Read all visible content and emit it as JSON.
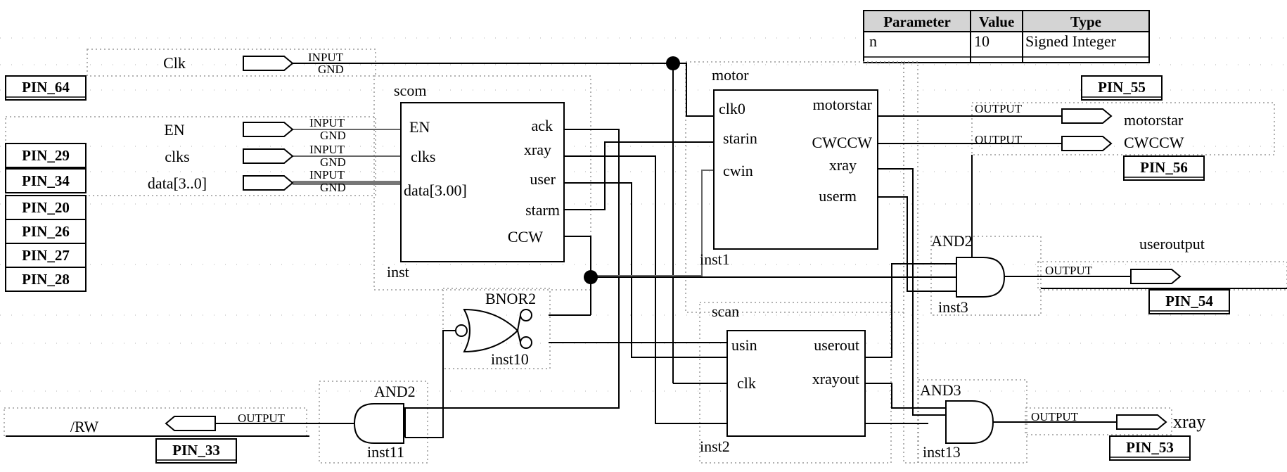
{
  "parameter_table": {
    "headers": [
      "Parameter",
      "Value",
      "Type"
    ],
    "row": [
      "n",
      "10",
      "Signed Integer"
    ]
  },
  "ports": {
    "clk": {
      "name": "Clk",
      "dir": "INPUT",
      "default": "GND"
    },
    "en": {
      "name": "EN",
      "dir": "INPUT",
      "default": "GND"
    },
    "clks": {
      "name": "clks",
      "dir": "INPUT",
      "default": "GND"
    },
    "data": {
      "name": "data[3..0]",
      "dir": "INPUT",
      "default": "GND"
    },
    "rw": {
      "name": "/RW",
      "dir": "OUTPUT"
    },
    "motorstar": {
      "name": "motorstar",
      "dir": "OUTPUT"
    },
    "cwccw": {
      "name": "CWCCW",
      "dir": "OUTPUT"
    },
    "useroutput": {
      "name": "useroutput",
      "dir": "OUTPUT"
    },
    "xray": {
      "name": "xray",
      "dir": "OUTPUT"
    }
  },
  "pins": {
    "p64": "PIN_64",
    "p29": "PIN_29",
    "p34": "PIN_34",
    "p20": "PIN_20",
    "p26": "PIN_26",
    "p27": "PIN_27",
    "p28": "PIN_28",
    "p33": "PIN_33",
    "p55": "PIN_55",
    "p56": "PIN_56",
    "p54": "PIN_54",
    "p53": "PIN_53"
  },
  "blocks": {
    "scom": {
      "name": "scom",
      "instance": "inst",
      "inputs": [
        "EN",
        "clks",
        "data[3.00]"
      ],
      "outputs": [
        "ack",
        "xray",
        "user",
        "starm",
        "CCW"
      ]
    },
    "motor": {
      "name": "motor",
      "instance": "inst1",
      "inputs": [
        "clk0",
        "starin",
        "cwin"
      ],
      "outputs": [
        "motorstar",
        "CWCCW",
        "xray",
        "userm"
      ]
    },
    "scan": {
      "name": "scan",
      "instance": "inst2",
      "inputs": [
        "usin",
        "clk"
      ],
      "outputs": [
        "userout",
        "xrayout"
      ]
    }
  },
  "gates": {
    "bnor2": {
      "type": "BNOR2",
      "instance": "inst10"
    },
    "and2_a": {
      "type": "AND2",
      "instance": "inst11"
    },
    "and2_b": {
      "type": "AND2",
      "instance": "inst3"
    },
    "and3": {
      "type": "AND3",
      "instance": "inst13"
    }
  }
}
